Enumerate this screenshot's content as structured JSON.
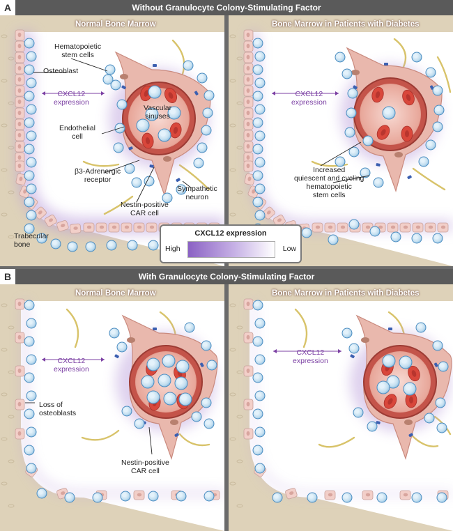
{
  "section_a": {
    "letter": "A",
    "title": "Without Granulocyte Colony-Stimulating Factor",
    "left_heading": "Normal Bone Marrow",
    "right_heading": "Bone Marrow in Patients with Diabetes",
    "labels": {
      "hsc": "Hematopoietic\nstem cells",
      "osteoblast": "Osteoblast",
      "cxcl12": "CXCL12\nexpression",
      "vascular": "Vascular\nsinuses",
      "endothelial": "Endothelial\ncell",
      "adrenergic": "β3-Adrenergic\nreceptor",
      "nestin": "Nestin-positive\nCAR cell",
      "sympathetic": "Sympathetic\nneuron",
      "trabecular": "Trabecular\nbone",
      "cxcl12_right": "CXCL12\nexpression",
      "increased": "Increased\nquiescent and cycling\nhematopoietic\nstem cells"
    }
  },
  "legend": {
    "title": "CXCL12 expression",
    "high": "High",
    "low": "Low"
  },
  "section_b": {
    "letter": "B",
    "title": "With Granulocyte Colony-Stimulating Factor",
    "left_heading": "Normal Bone Marrow",
    "right_heading": "Bone Marrow in Patients with Diabetes",
    "labels": {
      "cxcl12": "CXCL12\nexpression",
      "loss": "Loss of\nosteoblasts",
      "nestin": "Nestin-positive\nCAR cell",
      "cxcl12_right": "CXCL12\nexpression"
    }
  },
  "colors": {
    "background": "#e9dcc5",
    "marrow": "#ffffff",
    "bone": "#ded2b9",
    "osteoblast": "#f2cfc9",
    "stem_cell": "#c4dff0",
    "stem_cell_edge": "#4b8dc1",
    "red_cell": "#d9473b",
    "glow": "#b79ad9",
    "nerve": "#d8c36a",
    "receptor": "#3b5fb0"
  }
}
